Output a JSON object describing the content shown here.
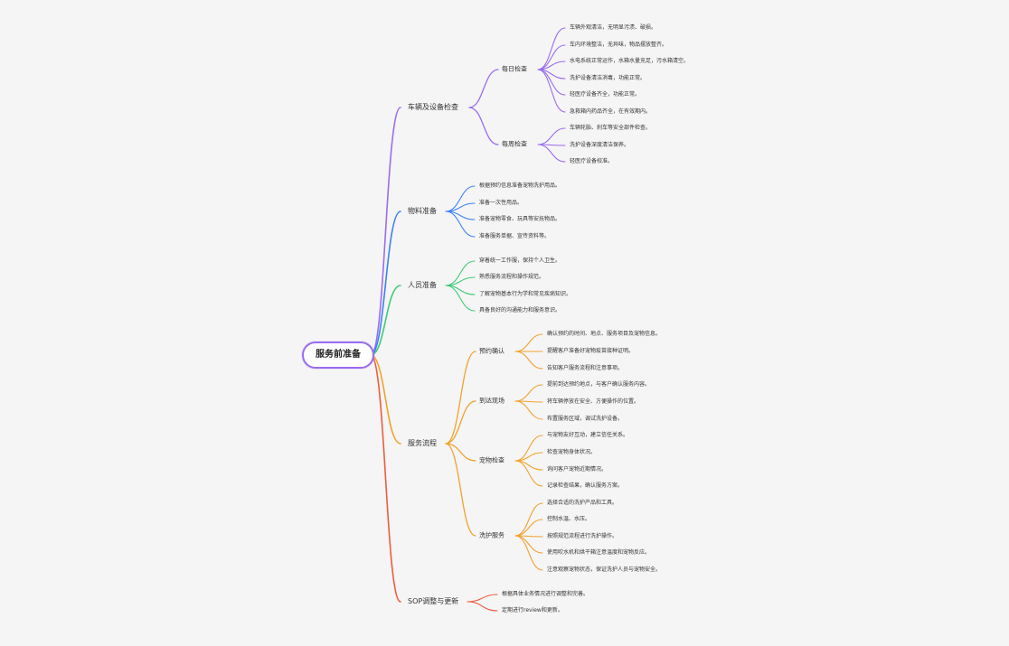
{
  "root": {
    "label": "服务前准备"
  },
  "colors": {
    "purple": "#9b6cf0",
    "blue": "#3b82f6",
    "green": "#3ecb73",
    "orange": "#f2a22d",
    "red": "#ef5b3d"
  },
  "branches": [
    {
      "label": "车辆及设备检查",
      "color": "purple",
      "children": [
        {
          "label": "每日检查",
          "items": [
            "车辆外观清洁，无明显污渍、破损。",
            "车内环境整洁，无异味，物品摆放整齐。",
            "水电系统正常运作，水箱水量充足，污水箱清空。",
            "洗护设备清洁消毒，功能正常。",
            "轻医疗设备齐全，功能正常。",
            "急救箱内药品齐全，在有效期内。"
          ]
        },
        {
          "label": "每周检查",
          "items": [
            "车辆轮胎、刹车等安全部件检查。",
            "洗护设备深度清洁保养。",
            "轻医疗设备校准。"
          ]
        }
      ]
    },
    {
      "label": "物料准备",
      "color": "blue",
      "items": [
        "根据预约信息准备宠物洗护用品。",
        "准备一次性用品。",
        "准备宠物零食、玩具等安抚物品。",
        "准备服务单据、宣传资料等。"
      ]
    },
    {
      "label": "人员准备",
      "color": "green",
      "items": [
        "穿着统一工作服，保持个人卫生。",
        "熟悉服务流程和操作规范。",
        "了解宠物基本行为学和常见疾病知识。",
        "具备良好的沟通能力和服务意识。"
      ]
    },
    {
      "label": "服务流程",
      "color": "orange",
      "children": [
        {
          "label": "预约确认",
          "items": [
            "确认预约的时间、地点、服务项目及宠物信息。",
            "提醒客户准备好宠物疫苗接种证明。",
            "告知客户服务流程和注意事项。"
          ]
        },
        {
          "label": "到达现场",
          "items": [
            "提前到达预约地点，与客户确认服务内容。",
            "将车辆停放在安全、方便操作的位置。",
            "布置服务区域，调试洗护设备。"
          ]
        },
        {
          "label": "宠物检查",
          "items": [
            "与宠物友好互动，建立信任关系。",
            "检查宠物身体状况。",
            "询问客户宠物近期情况。",
            "记录检查结果，确认服务方案。"
          ]
        },
        {
          "label": "洗护服务",
          "items": [
            "选择合适的洗护产品和工具。",
            "控制水温、水压。",
            "按照规范流程进行洗护操作。",
            "使用吹水机和烘干箱注意温度和宠物反应。",
            "注意观察宠物状态，保证洗护人员与宠物安全。"
          ]
        }
      ]
    },
    {
      "label": "SOP调整与更新",
      "color": "red",
      "items": [
        "根据具体业务情况进行调整和完善。",
        "定期进行review和更新。"
      ]
    }
  ]
}
